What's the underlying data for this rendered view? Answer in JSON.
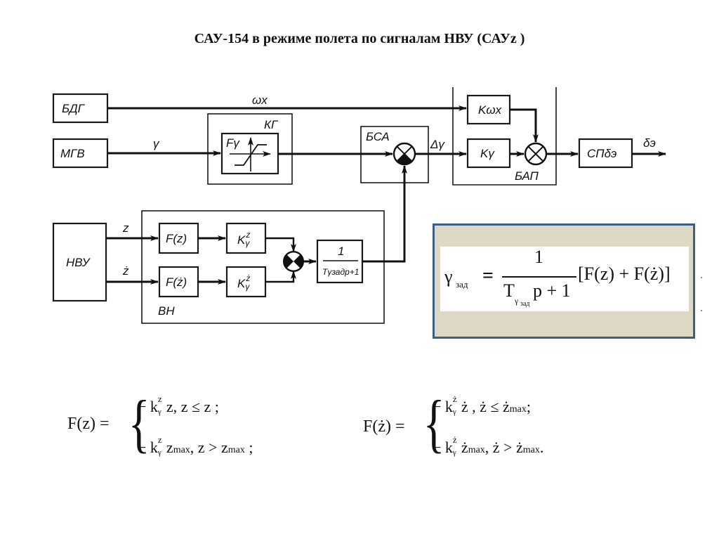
{
  "title": "САУ-154 в режиме полета по сигналам НВУ (САУz )",
  "diagram": {
    "blocks": {
      "bdg": "БДГ",
      "mgv": "МГВ",
      "nvu": "НВУ",
      "kg_frame": "КГ",
      "f_gamma": "Fγ",
      "bsa_frame": "БСА",
      "k_omega_x": "Kωx",
      "k_gamma": "Kγ",
      "bap_frame": "БАП",
      "sp_delta": "СПδэ",
      "f_z": "F(z)",
      "f_zdot": "F(ż)",
      "k_gamma_z_base": "K",
      "k_gamma_z_sup": "z",
      "k_gamma_z_sub": "γ",
      "k_gamma_zdot_base": "K",
      "k_gamma_zdot_sup": "ż",
      "k_gamma_zdot_sub": "γ",
      "filter_num": "1",
      "filter_den": "Tγзадp+1",
      "vn_frame": "ВН"
    },
    "signals": {
      "omega_x": "ωx",
      "gamma": "γ",
      "delta_gamma": "Δγ",
      "delta_e": "δэ",
      "z": "z",
      "zdot": "ż"
    }
  },
  "formula_main": {
    "lhs": "γ",
    "lhs_sub": "зад",
    "equals": "=",
    "num": "1",
    "den_T": "T",
    "den_T_sub_gamma": "γ",
    "den_T_sub_zad": "зад",
    "den_rest": "p + 1",
    "bracket": "[F(z) + F(ż)]"
  },
  "formula_fz": {
    "lhs": "F(z) =",
    "row1": {
      "minus_k": "− k",
      "sup": "z",
      "sub": "γ",
      "rest": "z,  z ≤ z ;"
    },
    "row2": {
      "minus_k": "− k",
      "sup": "z",
      "sub": "γ",
      "var": "z",
      "var_sub": "max",
      "rest": ", z > z",
      "rest_sub": "max",
      "tail": " ;"
    }
  },
  "formula_fzdot": {
    "lhs": "F(ż) =",
    "row1": {
      "minus_k": "− k",
      "sup": "ż",
      "sub": "γ",
      "rest": "ż ,  ż ≤ ż",
      "rest_sub": "max",
      "tail": ";"
    },
    "row2": {
      "minus_k": "− k",
      "sup": "ż",
      "sub": "γ",
      "var": "ż",
      "var_sub": "max",
      "rest": ", ż > ż",
      "rest_sub": "max",
      "tail": "."
    }
  },
  "colors": {
    "formula_box_bg": "#ddd9c4",
    "formula_box_border": "#3b5f8a"
  }
}
